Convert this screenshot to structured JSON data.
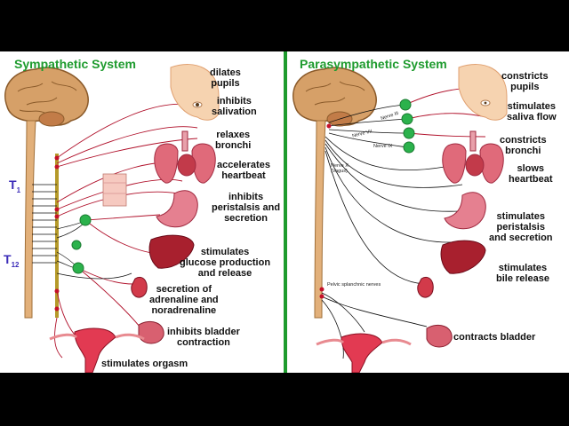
{
  "sympathetic": {
    "title": "Sympathetic System",
    "levels": {
      "t1": "T",
      "t1_sub": "1",
      "t12": "T",
      "t12_sub": "12"
    },
    "labels": [
      [
        "dilates",
        "pupils"
      ],
      [
        "inhibits",
        "salivation"
      ],
      [
        "relaxes",
        "bronchi"
      ],
      [
        "accelerates",
        "heartbeat"
      ],
      [
        "inhibits",
        "peristalsis and",
        "secretion"
      ],
      [
        "stimulates",
        "glucose production",
        "and release"
      ],
      [
        "secretion of",
        "adrenaline and",
        "noradrenaline"
      ],
      [
        "inhibits bladder",
        "contraction"
      ],
      [
        "stimulates orgasm"
      ]
    ]
  },
  "parasympathetic": {
    "title": "Parasympathetic System",
    "nerve_labels": {
      "nerve3": "Nerve III",
      "nerve7": "Nerve VII",
      "nerve9": "Nerve IX",
      "nerve10_a": "Nerve X",
      "nerve10_b": "(Vagus)",
      "pelvic": "Pelvic splanchnic nerves"
    },
    "labels": [
      [
        "constricts",
        "pupils"
      ],
      [
        "stimulates",
        "saliva flow"
      ],
      [
        "constricts",
        "bronchi"
      ],
      [
        "slows",
        "heartbeat"
      ],
      [
        "stimulates",
        "peristalsis",
        "and secretion"
      ],
      [
        "stimulates",
        "bile release"
      ],
      [
        "contracts bladder"
      ]
    ]
  },
  "colors": {
    "title": "#1e9b2e",
    "divider": "#1e9b2e",
    "nerve_red": "#b0102a",
    "nerve_black": "#111111",
    "ganglion": "#2bb24c",
    "level_label": "#3a2bb8",
    "brain": "#c8935c",
    "organ_red": "#d44a5a"
  }
}
